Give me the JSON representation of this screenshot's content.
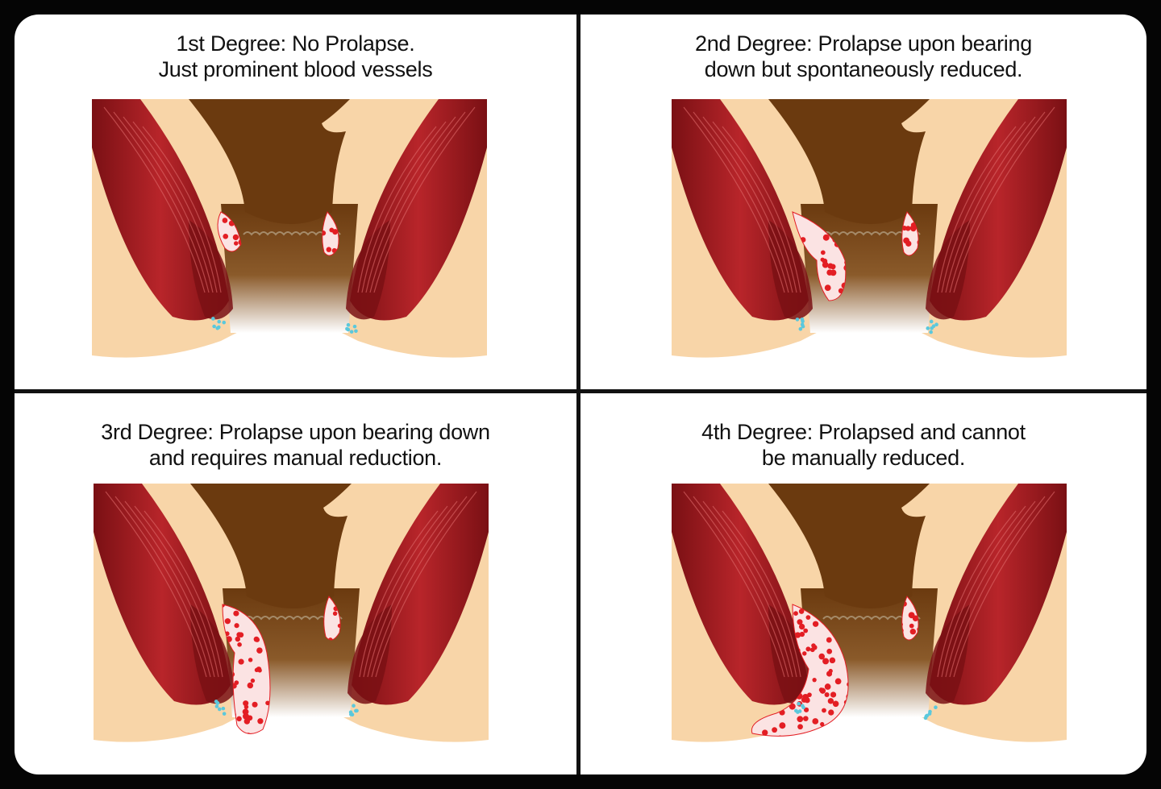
{
  "panels": [
    {
      "line1": "1st Degree: No Prolapse.",
      "line2": "Just prominent blood vessels",
      "grade": 1
    },
    {
      "line1": "2nd Degree: Prolapse upon bearing",
      "line2": "down but spontaneously reduced.",
      "grade": 2
    },
    {
      "line1": "3rd Degree: Prolapse upon bearing down",
      "line2": "and requires manual reduction.",
      "grade": 3
    },
    {
      "line1": "4th Degree: Prolapsed and cannot",
      "line2": "be manually reduced.",
      "grade": 4
    }
  ],
  "colors": {
    "skin": "#f8d5a8",
    "muscle": "#b8252a",
    "muscle_dark": "#7a1014",
    "rectum": "#6b3a0f",
    "hemorrhoid": "#e31e24",
    "vein": "#5bc8dc",
    "background": "#050505"
  }
}
